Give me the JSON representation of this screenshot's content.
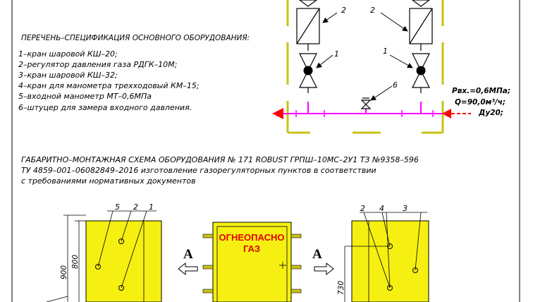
{
  "spec": {
    "title": "ПЕРЕЧЕНЬ–СПЕЦИФИКАЦИЯ ОСНОВНОГО ОБОРУДОВАНИЯ:",
    "items": [
      "1–кран шаровой   КШ–20;",
      "2–регулятор давления газа РДГК–10М;",
      "3–кран шаровой КШ–32;",
      "4–кран для манометра трехходовый КМ–15;",
      "5–входной манометр МТ–0,6МПа",
      "6–штуцер для замера входного давления."
    ]
  },
  "schematic": {
    "callouts": [
      "2",
      "2",
      "1",
      "1",
      "6"
    ],
    "inlet_params": [
      "Рвх.=0,6МПа;",
      "Q=90,0м³/ч;",
      "Ду20;"
    ]
  },
  "description": {
    "lines": [
      "ГАБАРИТНО–МОНТАЖНАЯ СХЕМА ОБОРУДОВАНИЯ № 171 ROBUST ГРПШ–10МС–2У1 ТЗ №9358–596",
      "ТУ 4859–001–06082849–2016 изготовление газорегуляторных пунктов в соответствии",
      "с требованиями нормативных документов"
    ]
  },
  "views": {
    "left_callouts": [
      "5",
      "2",
      "1"
    ],
    "dims": [
      "900",
      "800"
    ],
    "warning": [
      "ОГНЕОПАСНО",
      "ГАЗ"
    ],
    "arrow_left": "А",
    "arrow_right": "А",
    "right_callouts": [
      "2",
      "4",
      "3"
    ],
    "right_dim": "730"
  },
  "colors": {
    "cabinet_fill": "#f5f011",
    "frame": "#c9c21a",
    "pipe": "#ff00ff",
    "flow_arrow": "#ff0000"
  }
}
